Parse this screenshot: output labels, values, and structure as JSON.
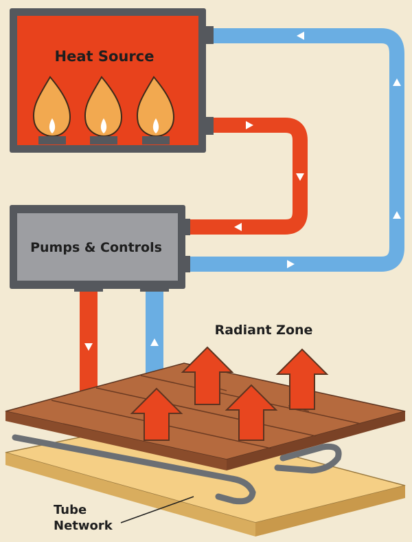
{
  "labels": {
    "heat_source": "Heat Source",
    "pumps_controls": "Pumps & Controls",
    "radiant_zone": "Radiant Zone",
    "tube_network_line1": "Tube",
    "tube_network_line2": "Network"
  },
  "colors": {
    "background": "#f3ead3",
    "heat_source_fill": "#e8421c",
    "flame_fill": "#f2a950",
    "pumps_fill": "#9d9ea2",
    "housing": "#55585d",
    "hot_pipe": "#e8461f",
    "cold_pipe": "#6aaee3",
    "floor_wood": "#b56a3e",
    "subfloor": "#f5cf85",
    "tube": "#6b6f74"
  },
  "icons": {
    "flow_arrow": "triangle-arrow-icon",
    "heat_rising": "up-arrow-icon",
    "burner": "flame-icon"
  }
}
